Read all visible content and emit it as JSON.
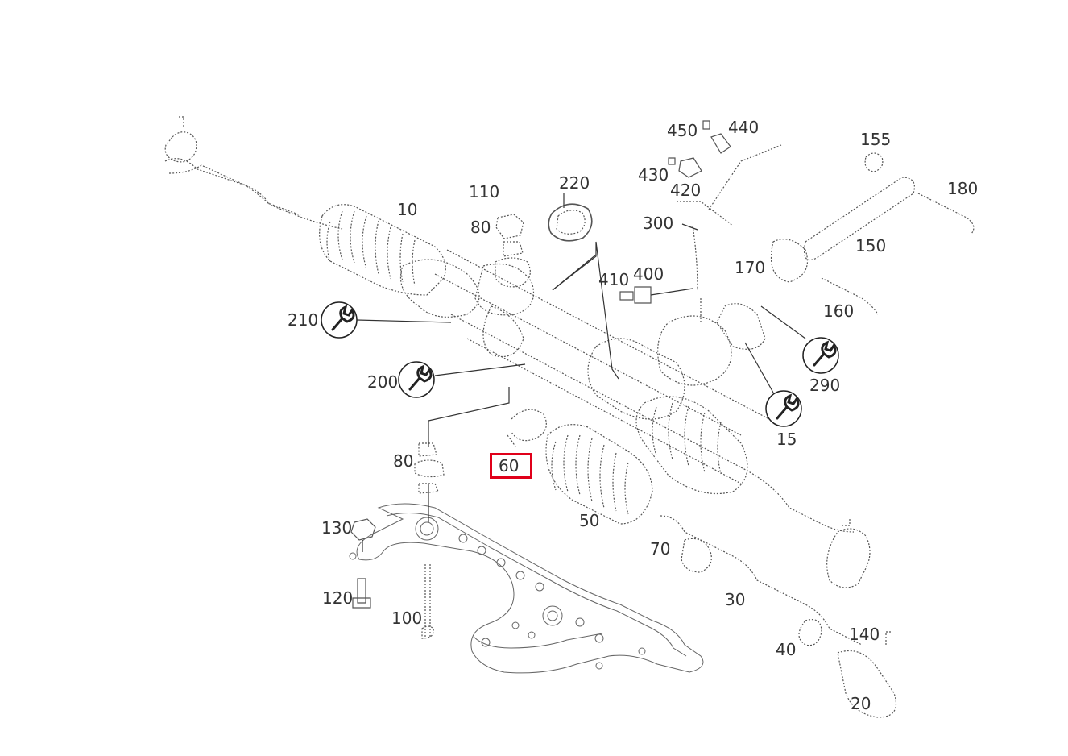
{
  "diagram": {
    "highlighted_part": "60",
    "callouts": [
      {
        "id": "10",
        "label": "10"
      },
      {
        "id": "110",
        "label": "110"
      },
      {
        "id": "220",
        "label": "220"
      },
      {
        "id": "80a",
        "label": "80"
      },
      {
        "id": "450",
        "label": "450"
      },
      {
        "id": "440",
        "label": "440"
      },
      {
        "id": "430",
        "label": "430"
      },
      {
        "id": "420",
        "label": "420"
      },
      {
        "id": "300",
        "label": "300"
      },
      {
        "id": "155",
        "label": "155"
      },
      {
        "id": "180",
        "label": "180"
      },
      {
        "id": "150",
        "label": "150"
      },
      {
        "id": "170",
        "label": "170"
      },
      {
        "id": "160",
        "label": "160"
      },
      {
        "id": "410",
        "label": "410"
      },
      {
        "id": "400",
        "label": "400"
      },
      {
        "id": "210",
        "label": "210"
      },
      {
        "id": "200",
        "label": "200"
      },
      {
        "id": "290",
        "label": "290"
      },
      {
        "id": "15",
        "label": "15"
      },
      {
        "id": "80b",
        "label": "80"
      },
      {
        "id": "60",
        "label": "60"
      },
      {
        "id": "50",
        "label": "50"
      },
      {
        "id": "70",
        "label": "70"
      },
      {
        "id": "130",
        "label": "130"
      },
      {
        "id": "120",
        "label": "120"
      },
      {
        "id": "100",
        "label": "100"
      },
      {
        "id": "30",
        "label": "30"
      },
      {
        "id": "40",
        "label": "40"
      },
      {
        "id": "140",
        "label": "140"
      },
      {
        "id": "20",
        "label": "20"
      }
    ],
    "colors": {
      "line": "#444444",
      "highlight": "#e0001a"
    },
    "icons": [
      "wrench-icon"
    ]
  }
}
